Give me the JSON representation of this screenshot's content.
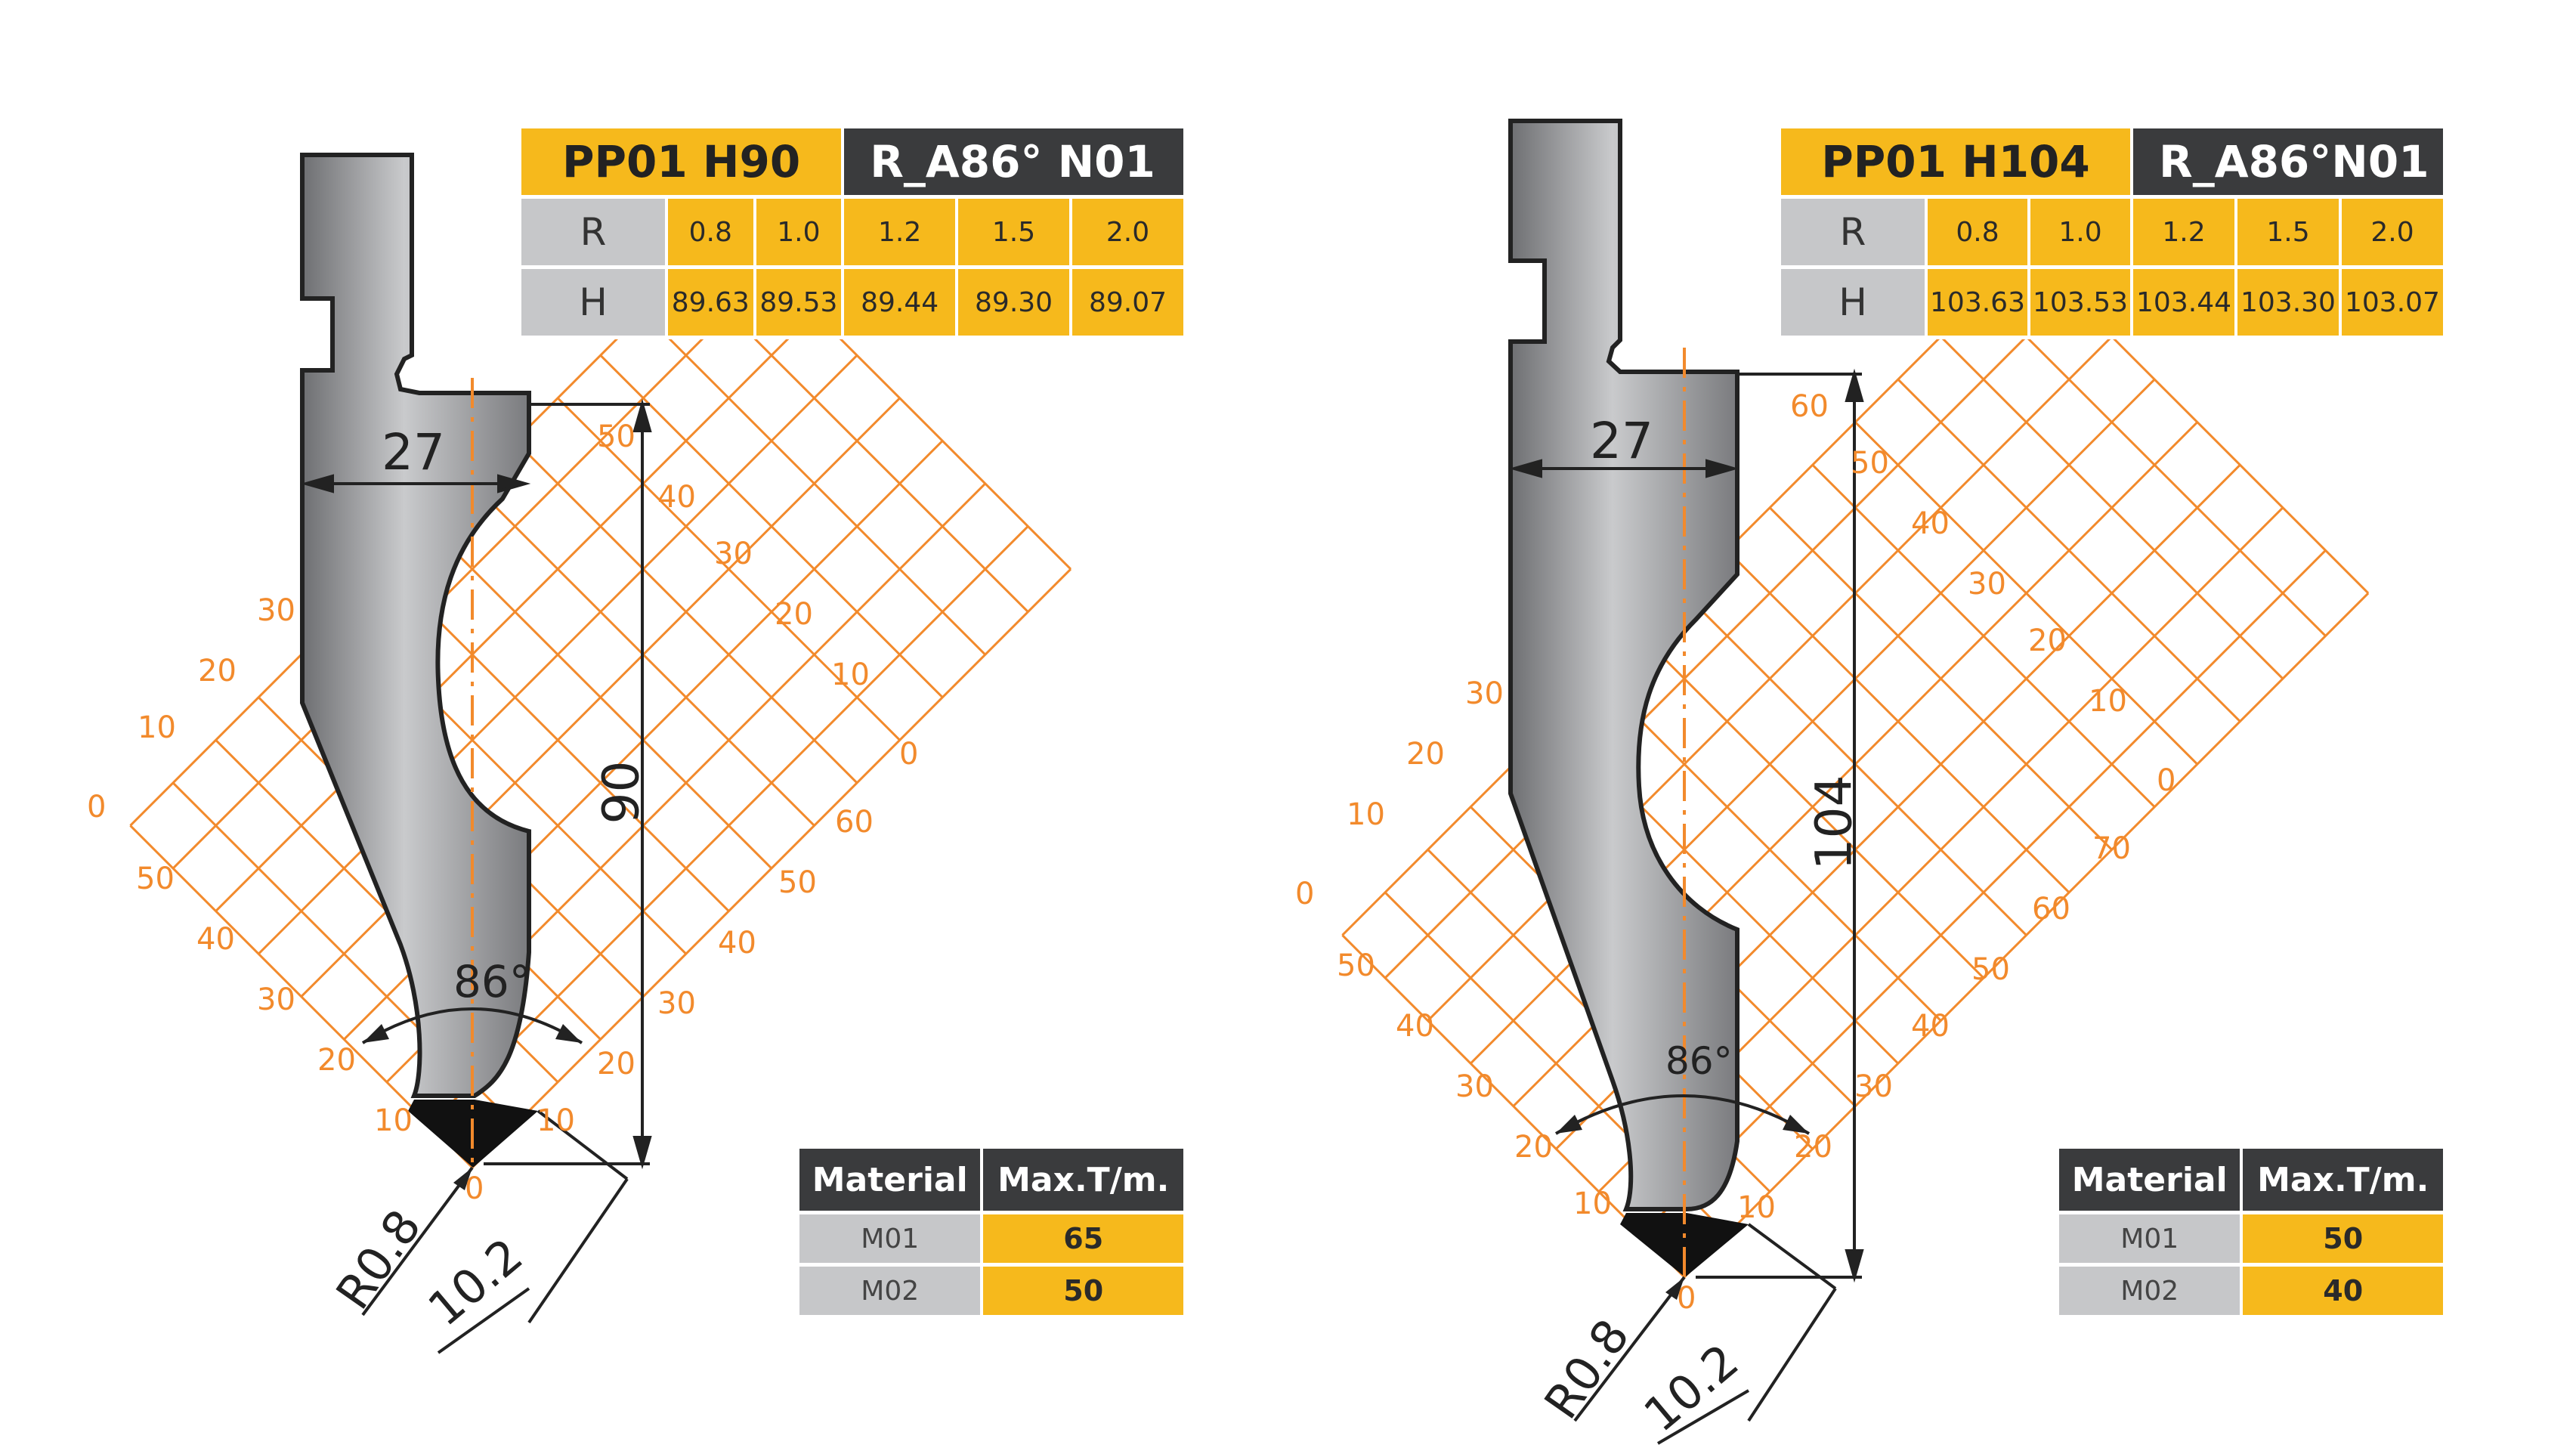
{
  "colors": {
    "accent": "#f6b91c",
    "dark": "#3a3b3d",
    "grid": "#f28a2c",
    "tool": "#8f9093"
  },
  "diagrams": [
    {
      "title": "PP01 H90",
      "subtitle": "R_A86° N01",
      "r_label": "R",
      "h_label": "H",
      "r_values": [
        "0.8",
        "1.0",
        "1.2",
        "1.5",
        "2.0"
      ],
      "h_values": [
        "89.63",
        "89.53",
        "89.44",
        "89.30",
        "89.07"
      ],
      "material_header": "Material",
      "max_header": "Max.T/m.",
      "materials": [
        {
          "name": "M01",
          "max": "65"
        },
        {
          "name": "M02",
          "max": "50"
        }
      ],
      "dimensions": {
        "width": "27",
        "height": "90",
        "angle": "86°",
        "radius": "R0.8",
        "tip": "10.2"
      },
      "grid_right_labels": [
        "50",
        "40",
        "30",
        "20",
        "10",
        "0"
      ],
      "grid_left_labels": [
        "30",
        "20",
        "10",
        "0"
      ],
      "grid_lower_left_labels": [
        "50",
        "40",
        "30",
        "20",
        "10"
      ],
      "grid_lower_right_labels": [
        "60",
        "50",
        "40",
        "30",
        "20",
        "10"
      ],
      "origin_label": "0"
    },
    {
      "title": "PP01 H104",
      "subtitle": "R_A86°N01",
      "r_label": "R",
      "h_label": "H",
      "r_values": [
        "0.8",
        "1.0",
        "1.2",
        "1.5",
        "2.0"
      ],
      "h_values": [
        "103.63",
        "103.53",
        "103.44",
        "103.30",
        "103.07"
      ],
      "material_header": "Material",
      "max_header": "Max.T/m.",
      "materials": [
        {
          "name": "M01",
          "max": "50"
        },
        {
          "name": "M02",
          "max": "40"
        }
      ],
      "dimensions": {
        "width": "27",
        "height": "104",
        "angle": "86°",
        "radius": "R0.8",
        "tip": "10.2"
      },
      "grid_right_labels": [
        "60",
        "50",
        "40",
        "30",
        "20",
        "10",
        "0"
      ],
      "grid_left_labels": [
        "30",
        "20",
        "10",
        "0"
      ],
      "grid_lower_left_labels": [
        "50",
        "40",
        "30",
        "20",
        "10"
      ],
      "grid_lower_right_labels": [
        "70",
        "60",
        "50",
        "40",
        "30",
        "20",
        "10"
      ],
      "origin_label": "0"
    }
  ]
}
